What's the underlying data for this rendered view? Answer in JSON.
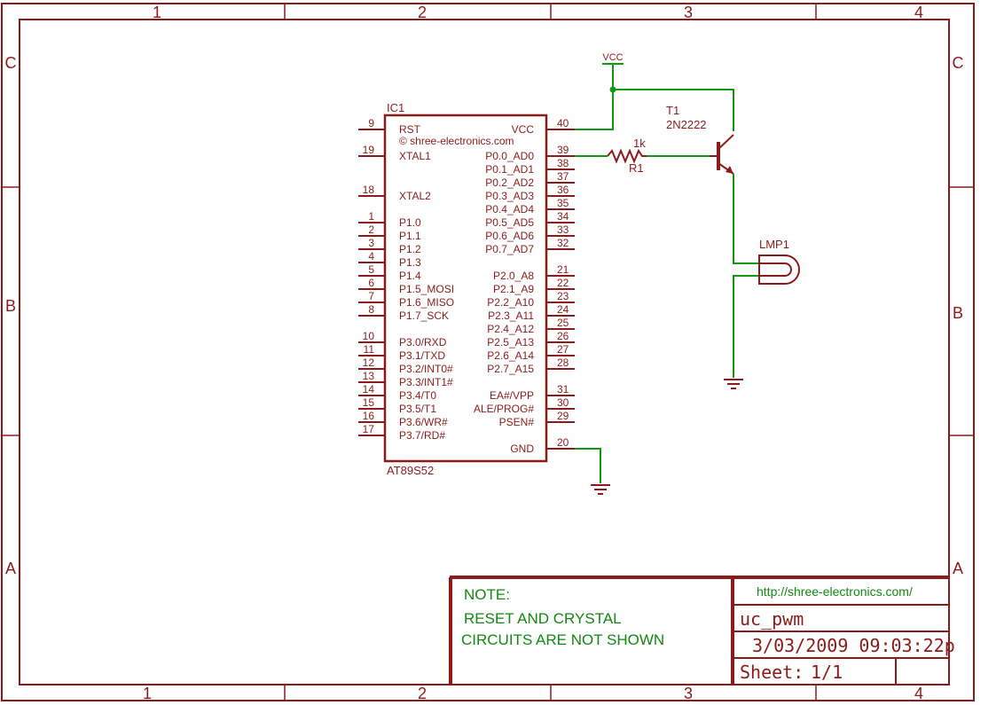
{
  "frame": {
    "columns": [
      "1",
      "2",
      "3",
      "4"
    ],
    "rows": [
      "C",
      "B",
      "A"
    ]
  },
  "ic": {
    "ref": "IC1",
    "part": "AT89S52",
    "copyright": "© shree-electronics.com",
    "left_pins": [
      {
        "num": "9",
        "name": "RST"
      },
      {
        "num": "19",
        "name": "XTAL1"
      },
      {
        "num": "18",
        "name": "XTAL2"
      },
      {
        "num": "1",
        "name": "P1.0"
      },
      {
        "num": "2",
        "name": "P1.1"
      },
      {
        "num": "3",
        "name": "P1.2"
      },
      {
        "num": "4",
        "name": "P1.3"
      },
      {
        "num": "5",
        "name": "P1.4"
      },
      {
        "num": "6",
        "name": "P1.5_MOSI"
      },
      {
        "num": "7",
        "name": "P1.6_MISO"
      },
      {
        "num": "8",
        "name": "P1.7_SCK"
      },
      {
        "num": "10",
        "name": "P3.0/RXD"
      },
      {
        "num": "11",
        "name": "P3.1/TXD"
      },
      {
        "num": "12",
        "name": "P3.2/INT0#"
      },
      {
        "num": "13",
        "name": "P3.3/INT1#"
      },
      {
        "num": "14",
        "name": "P3.4/T0"
      },
      {
        "num": "15",
        "name": "P3.5/T1"
      },
      {
        "num": "16",
        "name": "P3.6/WR#"
      },
      {
        "num": "17",
        "name": "P3.7/RD#"
      }
    ],
    "right_pins": [
      {
        "num": "40",
        "name": "VCC"
      },
      {
        "num": "39",
        "name": "P0.0_AD0"
      },
      {
        "num": "38",
        "name": "P0.1_AD1"
      },
      {
        "num": "37",
        "name": "P0.2_AD2"
      },
      {
        "num": "36",
        "name": "P0.3_AD3"
      },
      {
        "num": "35",
        "name": "P0.4_AD4"
      },
      {
        "num": "34",
        "name": "P0.5_AD5"
      },
      {
        "num": "33",
        "name": "P0.6_AD6"
      },
      {
        "num": "32",
        "name": "P0.7_AD7"
      },
      {
        "num": "21",
        "name": "P2.0_A8"
      },
      {
        "num": "22",
        "name": "P2.1_A9"
      },
      {
        "num": "23",
        "name": "P2.2_A10"
      },
      {
        "num": "24",
        "name": "P2.3_A11"
      },
      {
        "num": "25",
        "name": "P2.4_A12"
      },
      {
        "num": "26",
        "name": "P2.5_A13"
      },
      {
        "num": "27",
        "name": "P2.6_A14"
      },
      {
        "num": "28",
        "name": "P2.7_A15"
      },
      {
        "num": "31",
        "name": "EA#/VPP"
      },
      {
        "num": "30",
        "name": "ALE/PROG#"
      },
      {
        "num": "29",
        "name": "PSEN#"
      },
      {
        "num": "20",
        "name": "GND"
      }
    ]
  },
  "vcc_label": "VCC",
  "resistor": {
    "ref": "R1",
    "value": "1k"
  },
  "transistor": {
    "ref": "T1",
    "part": "2N2222"
  },
  "lamp": {
    "ref": "LMP1"
  },
  "note": {
    "heading": "NOTE:",
    "line1": "RESET AND CRYSTAL",
    "line2": "CIRCUITS ARE NOT SHOWN"
  },
  "title_block": {
    "url": "http://shree-electronics.com/",
    "name": "uc_pwm",
    "datetime": "3/03/2009 09:03:22p",
    "sheet_label": "Sheet:",
    "sheet_value": "1/1"
  },
  "colors": {
    "frame": "#8b1a1a",
    "wire": "#119911",
    "note": "#118811"
  }
}
